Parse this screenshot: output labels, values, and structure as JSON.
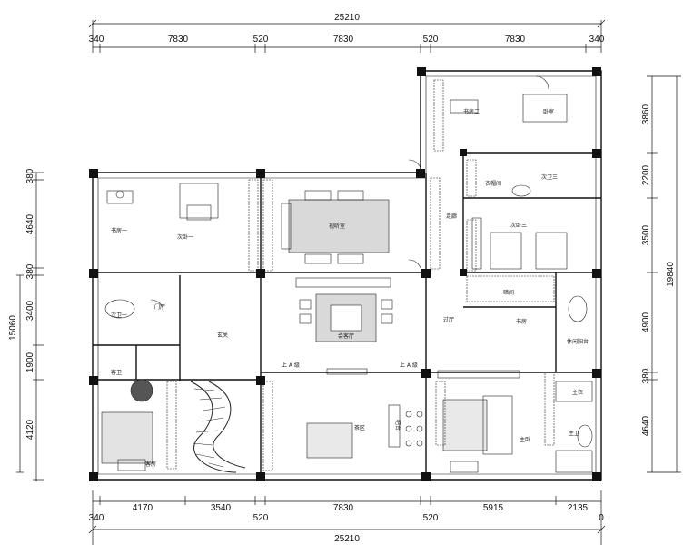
{
  "dimensions": {
    "top_total": "25210",
    "top_segments": [
      "340",
      "7830",
      "520",
      "7830",
      "520",
      "7830",
      "340"
    ],
    "bottom_segments": [
      "340",
      "4170",
      "3540",
      "520",
      "7830",
      "520",
      "5915",
      "2135",
      "0"
    ],
    "bottom_total": "25210",
    "left_segments": [
      "380",
      "4640",
      "380",
      "3400",
      "1900",
      "4120"
    ],
    "left_total": "15060",
    "right_segments": [
      "3860",
      "2200",
      "3500",
      "4900",
      "380",
      "4640"
    ],
    "right_total": "19840"
  },
  "rooms": {
    "study_2": "书房二",
    "bedroom_top": "卧室",
    "cloakroom": "衣帽间",
    "bath_3": "次卫三",
    "corridor": "走廊",
    "bedroom_3": "次卧三",
    "study_1": "书房一",
    "bedroom_2": "次卧一",
    "video_room": "视听室",
    "bath_1": "次卫一",
    "door_hall": "门厅",
    "foyer": "玄关",
    "living_room": "会客厅",
    "hall_right": "过厅",
    "dark_room": "暗间",
    "study_small": "书房",
    "balcony": "休闲阳台",
    "guest_bath": "客卫",
    "guest_room": "客房",
    "lounge": "茶区",
    "bar": "吧台",
    "master": "主卧",
    "master_bath": "主卫",
    "dress_area": "主衣"
  },
  "notes": {
    "stair_mark_left": "上 A 级",
    "stair_mark_right": "上 A 级"
  }
}
